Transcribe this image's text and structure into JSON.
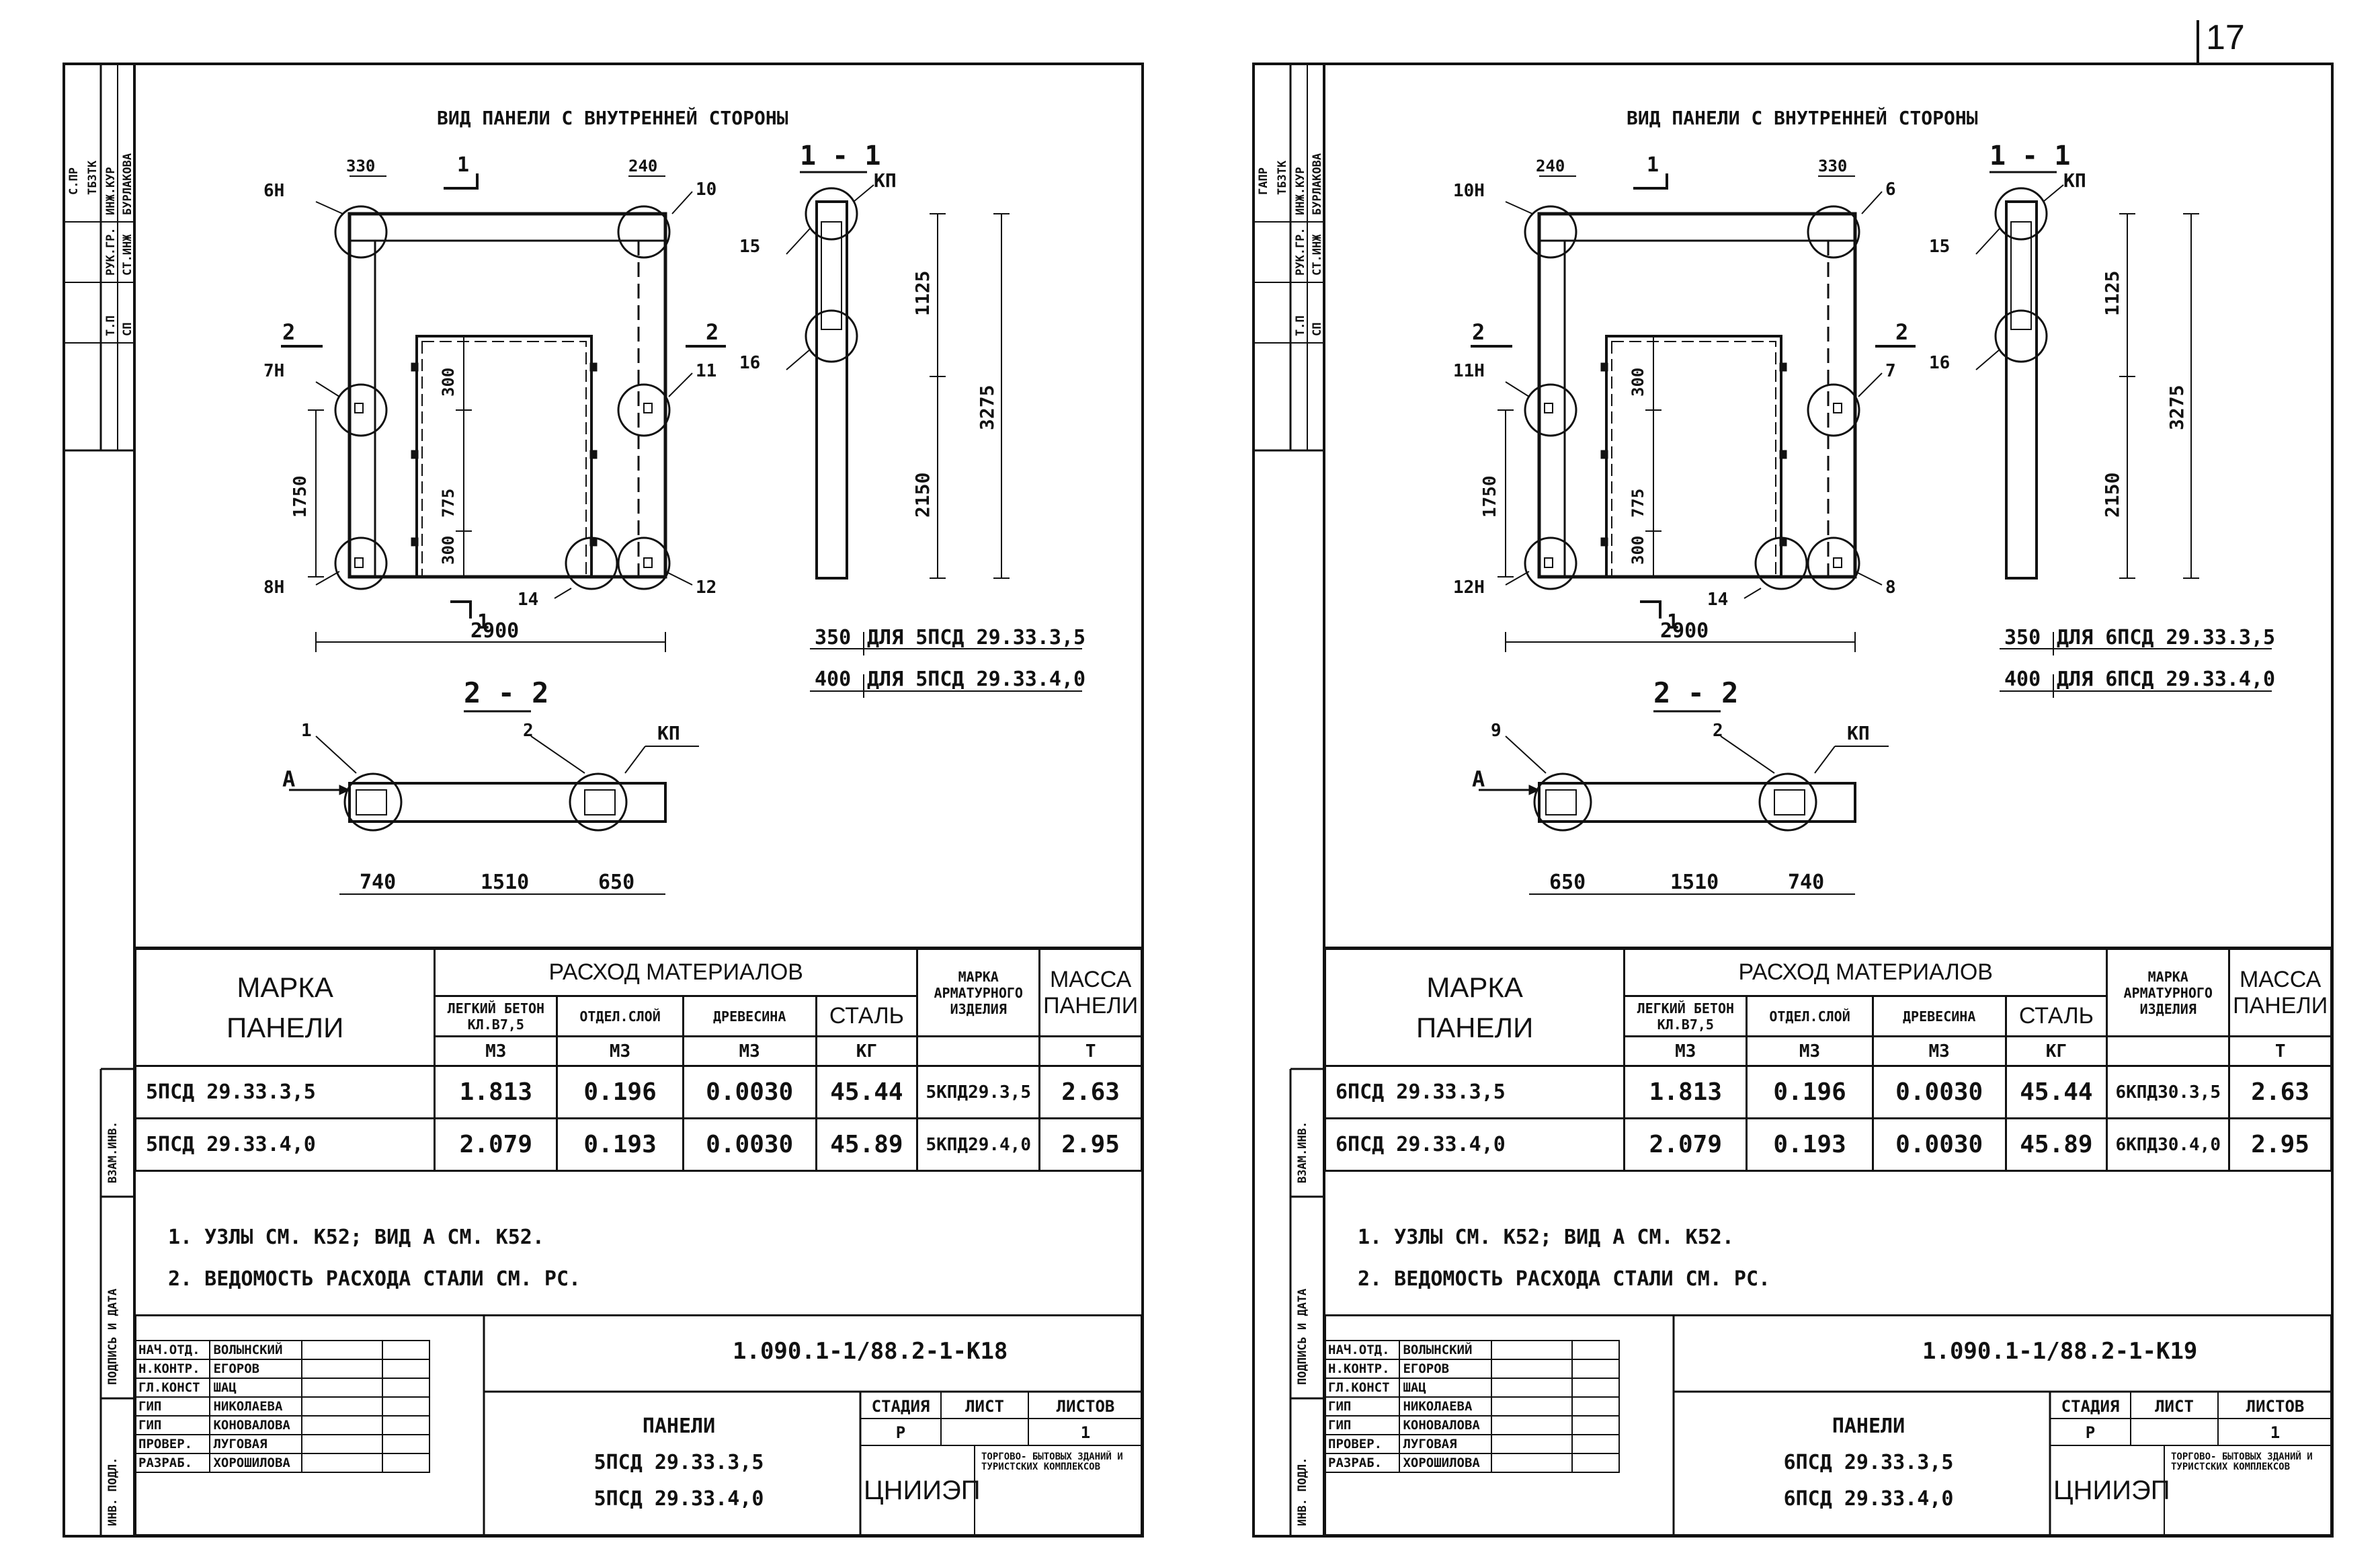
{
  "page_number": "17",
  "sheets": [
    {
      "id": "K18",
      "view_title": "ВИД ПАНЕЛИ С ВНУТРЕННЕЙ СТОРОНЫ",
      "section_1_label": "1 - 1",
      "section_2_label": "2 - 2",
      "kp": "КП",
      "arrow_a": "A",
      "cut_1": "1",
      "cut_2": "2",
      "nodes": {
        "tl": "6Н",
        "tr": "10",
        "ml": "7Н",
        "mr": "11",
        "bl": "8Н",
        "bc": "14",
        "br": "12",
        "s15": "15",
        "s16": "16",
        "p1": "1",
        "p2": "2"
      },
      "dims": {
        "top_l": "330",
        "top_r": "240",
        "d300a": "300",
        "d775": "775",
        "d300b": "300",
        "d1750": "1750",
        "d2900": "2900",
        "d1125": "1125",
        "d2150": "2150",
        "d3275": "3275",
        "b1": "740",
        "b2": "1510",
        "b3": "650"
      },
      "size_notes": [
        {
          "dim": "350",
          "text": "ДЛЯ 5ПСД 29.33.3,5"
        },
        {
          "dim": "400",
          "text": "ДЛЯ 5ПСД 29.33.4,0"
        }
      ],
      "table": {
        "h_marka": "МАРКА ПАНЕЛИ",
        "h_rashod": "РАСХОД МАТЕРИАЛОВ",
        "h_beton": "ЛЕГКИЙ БЕТОН КЛ.В7,5",
        "h_otdel": "ОТДЕЛ.СЛОЙ",
        "h_drev": "ДРЕВЕСИНА",
        "h_stal": "СТАЛЬ",
        "h_arm": "МАРКА АРМАТУРНОГО ИЗДЕЛИЯ",
        "h_massa": "МАССА ПАНЕЛИ",
        "u_m3": "М3",
        "u_kg": "КГ",
        "u_t": "Т",
        "rows": [
          {
            "name": "5ПСД 29.33.3,5",
            "beton": "1.813",
            "otdel": "0.196",
            "drev": "0.0030",
            "stal": "45.44",
            "arm": "5КПД29.3,5",
            "massa": "2.63"
          },
          {
            "name": "5ПСД 29.33.4,0",
            "beton": "2.079",
            "otdel": "0.193",
            "drev": "0.0030",
            "stal": "45.89",
            "arm": "5КПД29.4,0",
            "massa": "2.95"
          }
        ]
      },
      "notes": [
        "1. УЗЛЫ СМ. К52; ВИД А СМ. К52.",
        "2. ВЕДОМОСТЬ РАСХОДА СТАЛИ СМ. РС."
      ],
      "title_block": {
        "doc_number": "1.090.1-1/88.2-1-К18",
        "roles": [
          [
            "НАЧ.ОТД.",
            "ВОЛЫНСКИЙ"
          ],
          [
            "Н.КОНТР.",
            "ЕГОРОВ"
          ],
          [
            "ГЛ.КОНСТ",
            "ШАЦ"
          ],
          [
            "ГИП",
            "НИКОЛАЕВА"
          ],
          [
            "ГИП",
            "КОНОВАЛОВА"
          ],
          [
            "ПРОВЕР.",
            "ЛУГОВАЯ"
          ],
          [
            "РАЗРАБ.",
            "ХОРОШИЛОВА"
          ]
        ],
        "title_l1": "ПАНЕЛИ",
        "title_l2": "5ПСД 29.33.3,5",
        "title_l3": "5ПСД 29.33.4,0",
        "stadia_h": "СТАДИЯ",
        "list_h": "ЛИСТ",
        "listov_h": "ЛИСТОВ",
        "stadia": "Р",
        "list": "",
        "listov": "1",
        "org": "ЦНИИЭП",
        "org_sub": "ТОРГОВО- БЫТОВЫХ ЗДАНИЙ И ТУРИСТСКИХ КОМПЛЕКСОВ"
      },
      "side_stamp": {
        "a": "С.ПР",
        "b": "ТБЗТК",
        "c": "Т.П",
        "d": "СП",
        "e": "РУК.ГР.",
        "f": "СТ.ИНЖ",
        "g": "ИНЖ.КУР",
        "h": "БУРЛАКОВА",
        "v1": "ВЗАМ.ИНВ.",
        "v2": "ПОДПИСЬ И ДАТА",
        "v3": "ИНВ. ПОДЛ."
      }
    },
    {
      "id": "K19",
      "view_title": "ВИД ПАНЕЛИ С ВНУТРЕННЕЙ СТОРОНЫ",
      "section_1_label": "1 - 1",
      "section_2_label": "2 - 2",
      "kp": "КП",
      "arrow_a": "A",
      "cut_1": "1",
      "cut_2": "2",
      "nodes": {
        "tl": "10Н",
        "tr": "6",
        "ml": "11Н",
        "mr": "7",
        "bl": "12Н",
        "bc": "14",
        "br": "8",
        "s15": "15",
        "s16": "16",
        "p1": "9",
        "p2": "2"
      },
      "dims": {
        "top_l": "240",
        "top_r": "330",
        "d300a": "300",
        "d775": "775",
        "d300b": "300",
        "d1750": "1750",
        "d2900": "2900",
        "d1125": "1125",
        "d2150": "2150",
        "d3275": "3275",
        "b1": "650",
        "b2": "1510",
        "b3": "740"
      },
      "size_notes": [
        {
          "dim": "350",
          "text": "ДЛЯ 6ПСД 29.33.3,5"
        },
        {
          "dim": "400",
          "text": "ДЛЯ 6ПСД 29.33.4,0"
        }
      ],
      "table": {
        "h_marka": "МАРКА ПАНЕЛИ",
        "h_rashod": "РАСХОД МАТЕРИАЛОВ",
        "h_beton": "ЛЕГКИЙ БЕТОН КЛ.В7,5",
        "h_otdel": "ОТДЕЛ.СЛОЙ",
        "h_drev": "ДРЕВЕСИНА",
        "h_stal": "СТАЛЬ",
        "h_arm": "МАРКА АРМАТУРНОГО ИЗДЕЛИЯ",
        "h_massa": "МАССА ПАНЕЛИ",
        "u_m3": "М3",
        "u_kg": "КГ",
        "u_t": "Т",
        "rows": [
          {
            "name": "6ПСД 29.33.3,5",
            "beton": "1.813",
            "otdel": "0.196",
            "drev": "0.0030",
            "stal": "45.44",
            "arm": "6КПД30.3,5",
            "massa": "2.63"
          },
          {
            "name": "6ПСД 29.33.4,0",
            "beton": "2.079",
            "otdel": "0.193",
            "drev": "0.0030",
            "stal": "45.89",
            "arm": "6КПД30.4,0",
            "massa": "2.95"
          }
        ]
      },
      "notes": [
        "1. УЗЛЫ СМ. К52; ВИД А СМ. К52.",
        "2. ВЕДОМОСТЬ РАСХОДА СТАЛИ СМ. РС."
      ],
      "title_block": {
        "doc_number": "1.090.1-1/88.2-1-К19",
        "roles": [
          [
            "НАЧ.ОТД.",
            "ВОЛЫНСКИЙ"
          ],
          [
            "Н.КОНТР.",
            "ЕГОРОВ"
          ],
          [
            "ГЛ.КОНСТ",
            "ШАЦ"
          ],
          [
            "ГИП",
            "НИКОЛАЕВА"
          ],
          [
            "ГИП",
            "КОНОВАЛОВА"
          ],
          [
            "ПРОВЕР.",
            "ЛУГОВАЯ"
          ],
          [
            "РАЗРАБ.",
            "ХОРОШИЛОВА"
          ]
        ],
        "title_l1": "ПАНЕЛИ",
        "title_l2": "6ПСД 29.33.3,5",
        "title_l3": "6ПСД 29.33.4,0",
        "stadia_h": "СТАДИЯ",
        "list_h": "ЛИСТ",
        "listov_h": "ЛИСТОВ",
        "stadia": "Р",
        "list": "",
        "listov": "1",
        "org": "ЦНИИЭП",
        "org_sub": "ТОРГОВО- БЫТОВЫХ ЗДАНИЙ И ТУРИСТСКИХ КОМПЛЕКСОВ"
      },
      "side_stamp": {
        "a": "ГАПР",
        "b": "ТБЗТК",
        "c": "Т.П",
        "d": "СП",
        "e": "РУК.ГР.",
        "f": "СТ.ИНЖ",
        "g": "ИНЖ.КУР",
        "h": "БУРЛАКОВА",
        "v1": "ВЗАМ.ИНВ.",
        "v2": "ПОДПИСЬ И ДАТА",
        "v3": "ИНВ. ПОДЛ."
      }
    }
  ]
}
